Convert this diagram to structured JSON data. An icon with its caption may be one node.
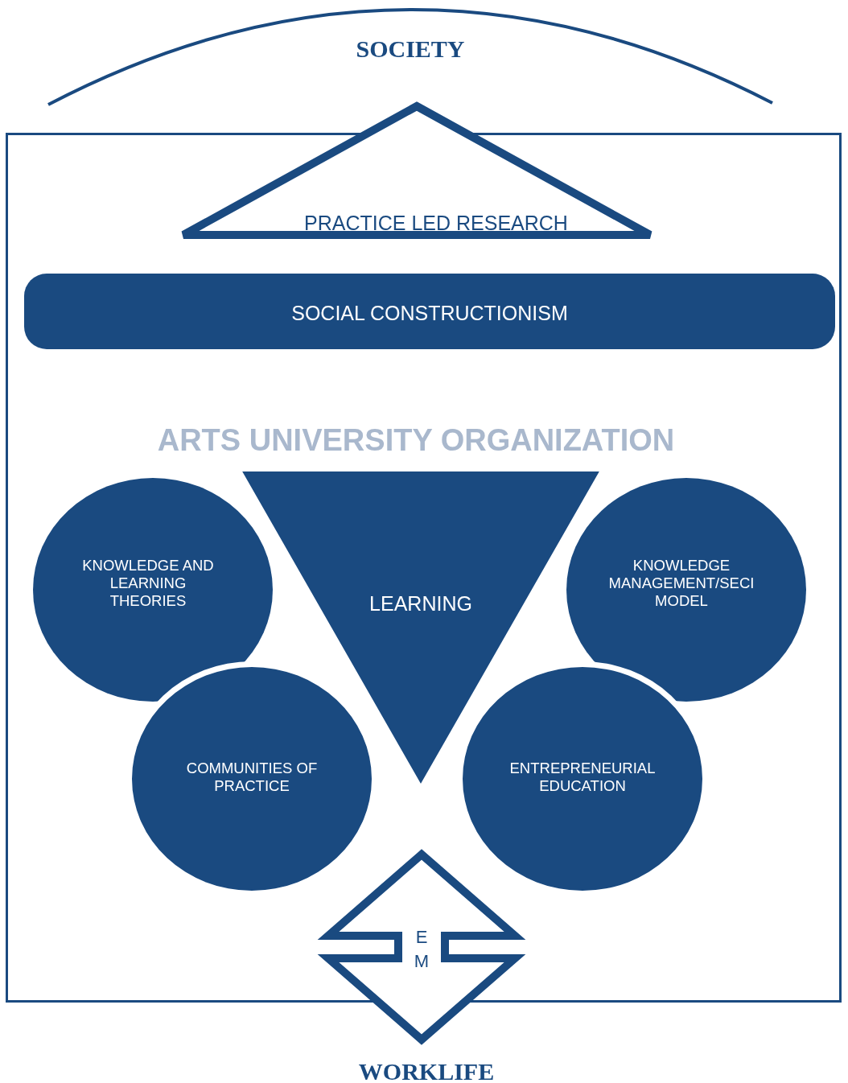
{
  "diagram": {
    "nodes": [
      {
        "text": [
          "ARTS UNIVERSITY ORGANIZATION"
        ]
      },
      {
        "text": [
          "PRACTICE LED RESEARCH"
        ]
      },
      {
        "text": [
          "SOCIAL CONSTRUCTIONISM"
        ],
        "in": 0
      },
      {
        "text": [
          "KNOWLEDGE AND LEARNING THEORIES"
        ],
        "in": 0
      },
      {
        "text": [
          "COMMUNITIES OF PRACTICE"
        ],
        "in": 0
      },
      {
        "text": [
          "LEARNING"
        ],
        "in": 0
      },
      {
        "text": [
          "KNOWLEDGE MANAGEMENT/SECI MODEL"
        ],
        "in": 0
      },
      {
        "text": [
          "ENTREPRENEURIAL EDUCATION"
        ],
        "in": 0
      },
      {
        "text": [
          "E M"
        ]
      }
    ],
    "labels": [
      "SOCIETY",
      "WORKLIFE"
    ]
  }
}
